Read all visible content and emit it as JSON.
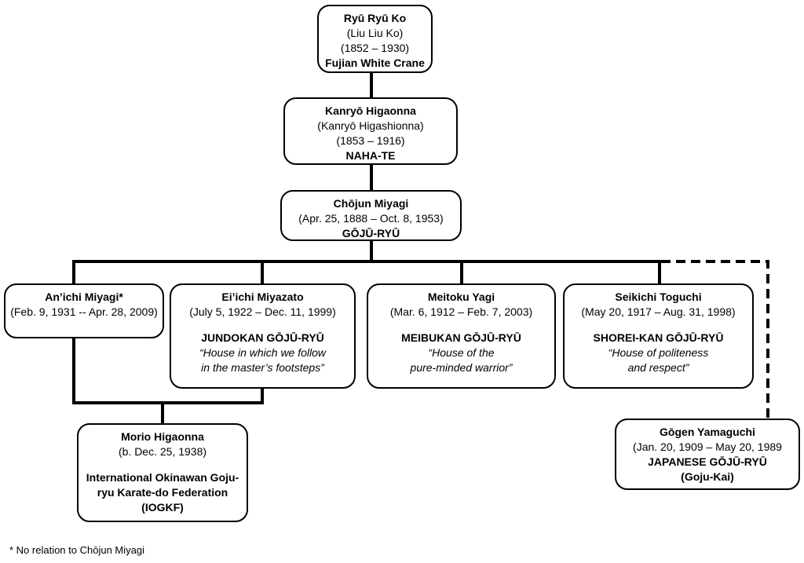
{
  "nodes": {
    "ryu": {
      "name": "Ryū Ryū Ko",
      "alt": "(Liu Liu Ko)",
      "dates": "(1852 – 1930)",
      "style": "Fujian White Crane"
    },
    "kanryo": {
      "name": "Kanryō Higaonna",
      "alt": "(Kanryō Higashionna)",
      "dates": "(1853 – 1916)",
      "style": "NAHA-TE"
    },
    "chojun": {
      "name": "Chōjun Miyagi",
      "dates": "(Apr. 25, 1888 – Oct. 8, 1953)",
      "style": "GŌJŪ-RYŪ"
    },
    "anichi": {
      "name": "An’ichi Miyagi*",
      "dates": "(Feb. 9, 1931 -- Apr. 28, 2009)"
    },
    "eiichi": {
      "name": "Ei’ichi Miyazato",
      "dates": "(July 5, 1922 – Dec. 11, 1999)",
      "style": "JUNDOKAN GŌJŪ-RYŪ",
      "motto1": "“House in which we  follow",
      "motto2": "in the master’s footsteps”"
    },
    "meitoku": {
      "name": "Meitoku Yagi",
      "dates": "(Mar. 6, 1912 – Feb. 7, 2003)",
      "style": "MEIBUKAN GŌJŪ-RYŪ",
      "motto1": "“House of the",
      "motto2": "pure-minded warrior”"
    },
    "seikichi": {
      "name": "Seikichi Toguchi",
      "dates": "(May 20, 1917 – Aug. 31, 1998)",
      "style": "SHOREI-KAN GŌJŪ-RYŪ",
      "motto1": "“House of politeness",
      "motto2": "and respect”"
    },
    "morio": {
      "name": "Morio Higaonna",
      "dates": "(b. Dec. 25, 1938)",
      "org1": "International Okinawan Goju-",
      "org2": "ryu Karate-do Federation",
      "org3": "(IOGKF)"
    },
    "gogen": {
      "name": "Gōgen Yamaguchi",
      "dates": "(Jan. 20, 1909 – May 20, 1989",
      "style": "JAPANESE GŌJŪ-RYŪ",
      "sub": "(Goju-Kai)"
    }
  },
  "footnote": "* No relation to Chōjun Miyagi"
}
